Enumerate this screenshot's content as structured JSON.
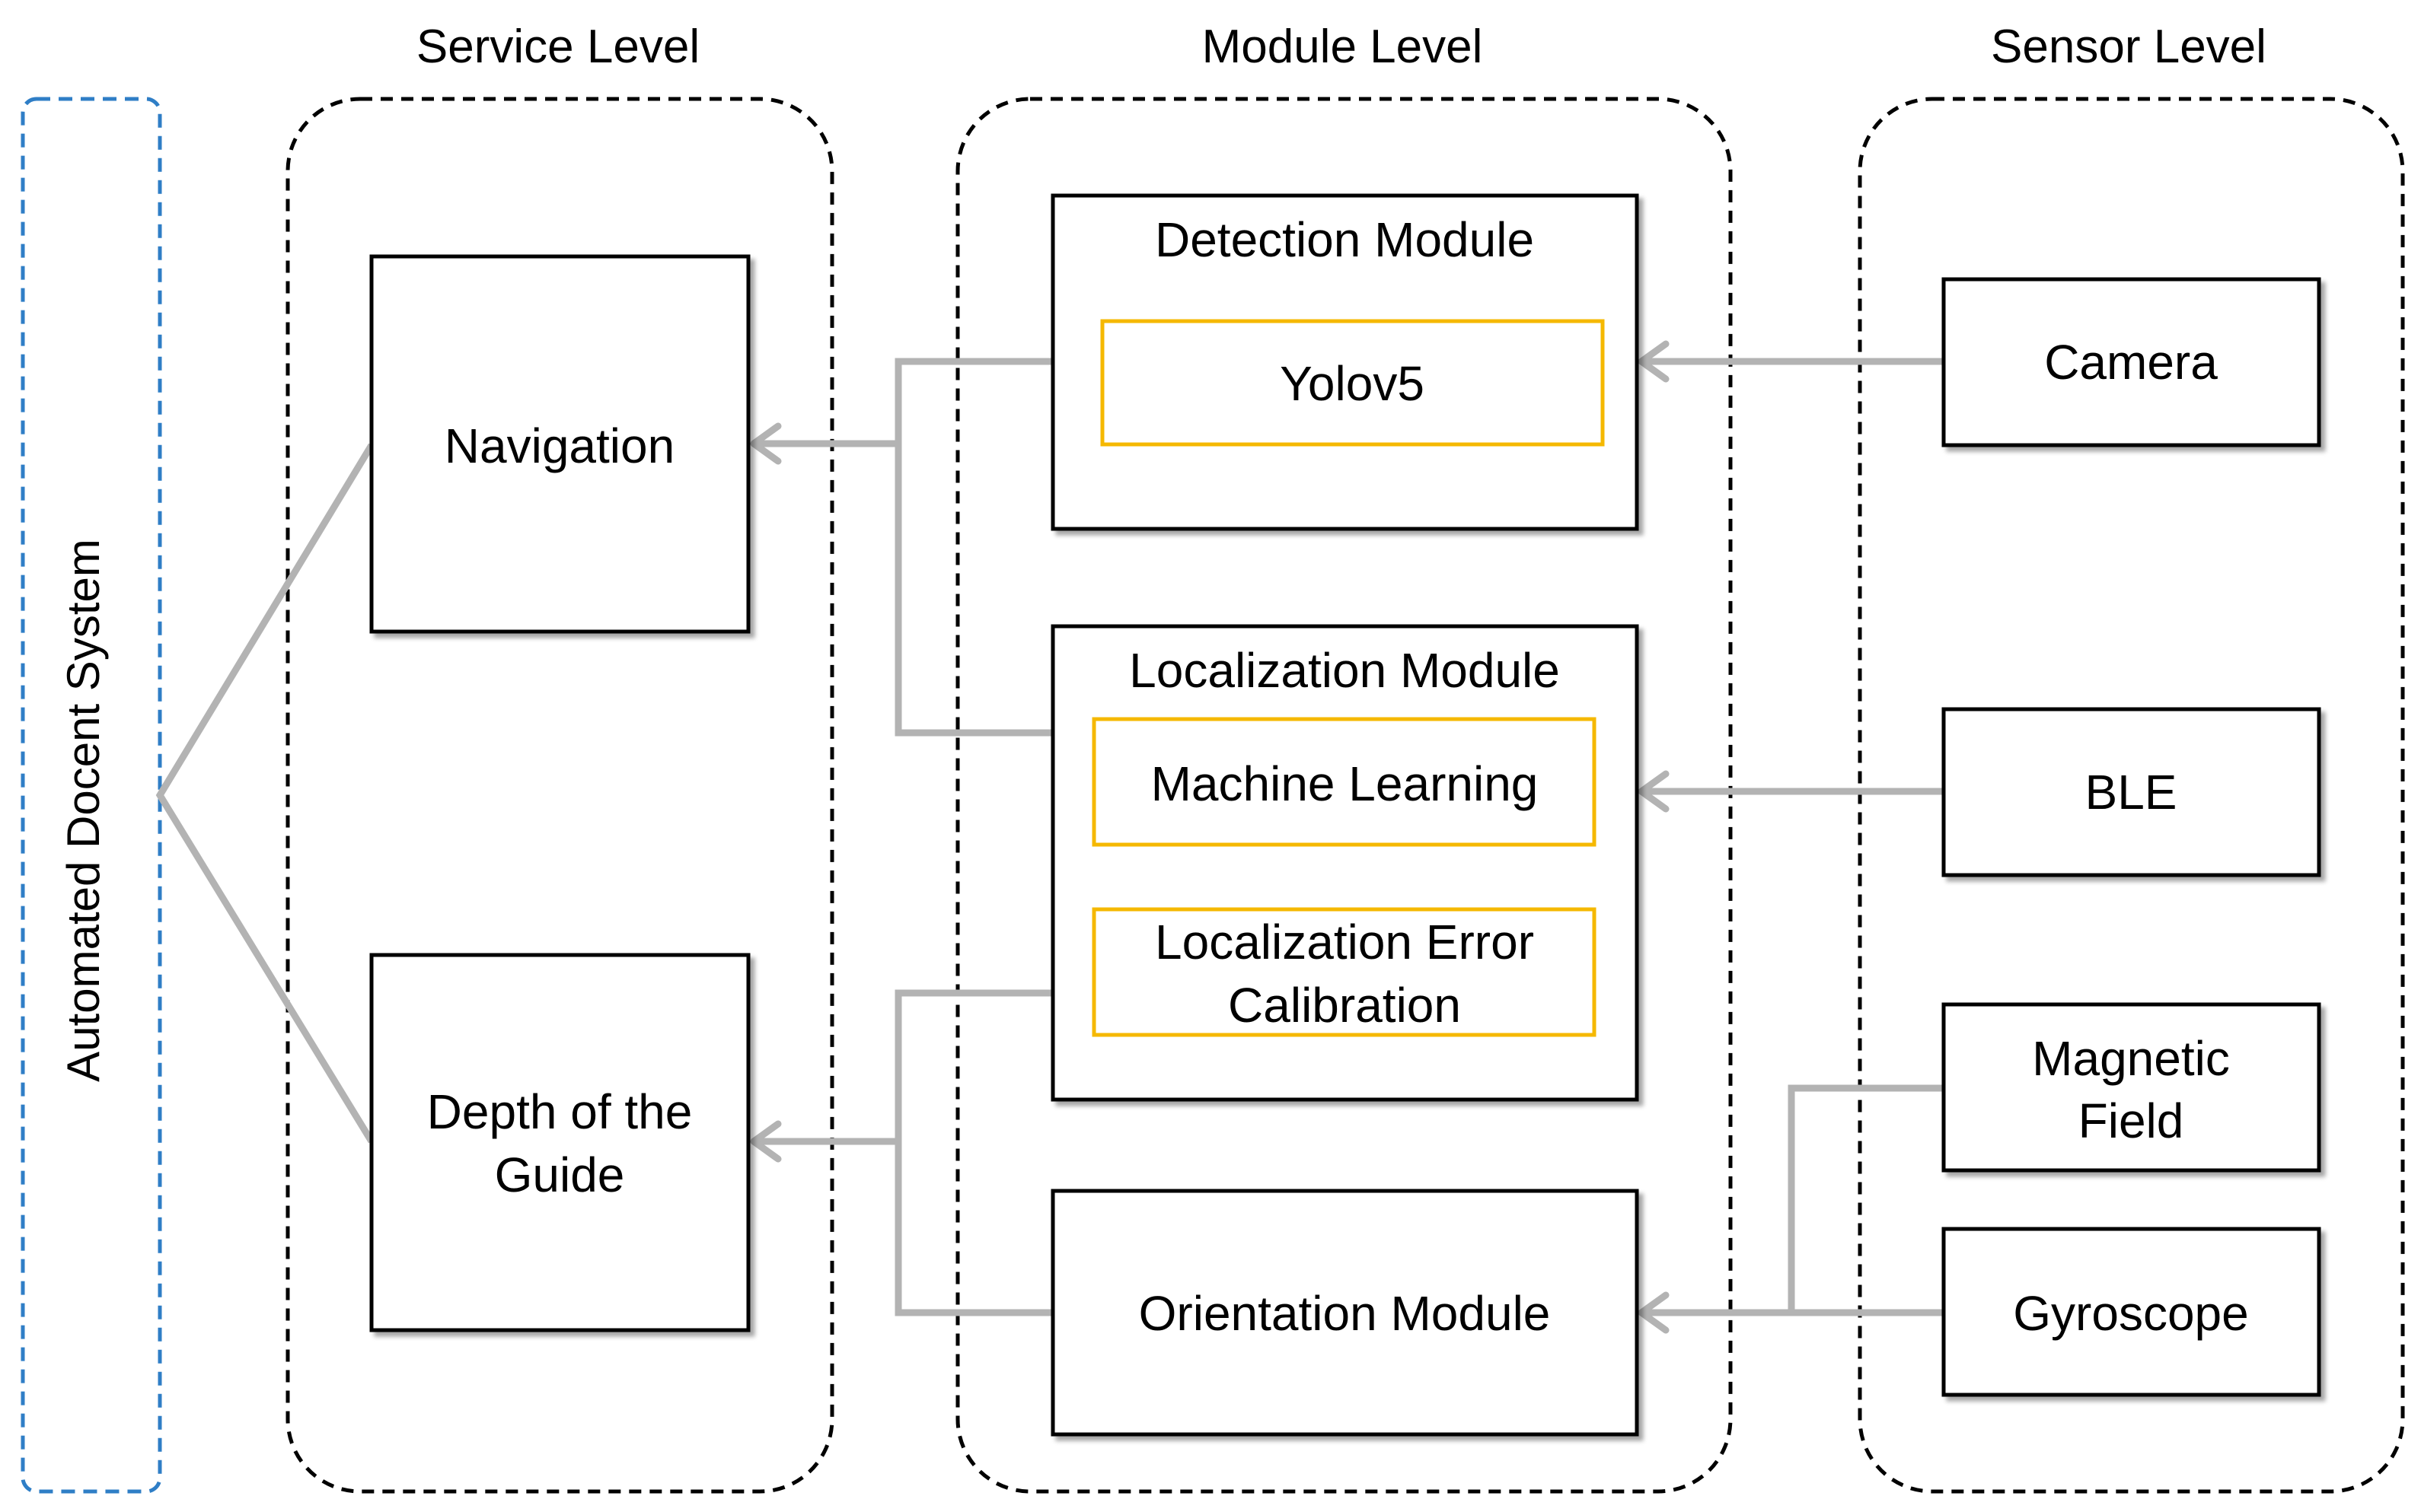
{
  "levels": {
    "service": "Service Level",
    "module": "Module Level",
    "sensor": "Sensor Level"
  },
  "system": {
    "label": "Automated Docent System"
  },
  "service": {
    "navigation": "Navigation",
    "depth_line1": "Depth of the",
    "depth_line2": "Guide"
  },
  "modules": {
    "detection": {
      "title": "Detection Module",
      "algo": "Yolov5"
    },
    "localization": {
      "title": "Localization Module",
      "ml": "Machine Learning",
      "calib_line1": "Localization Error",
      "calib_line2": "Calibration"
    },
    "orientation": {
      "title": "Orientation Module"
    }
  },
  "sensors": {
    "camera": "Camera",
    "ble": "BLE",
    "magnetic_line1": "Magnetic",
    "magnetic_line2": "Field",
    "gyroscope": "Gyroscope"
  },
  "colors": {
    "group_border": "#000000",
    "system_border": "#2f7ec6",
    "algorithm_border": "#f5b800",
    "connector": "#b3b3b3"
  }
}
